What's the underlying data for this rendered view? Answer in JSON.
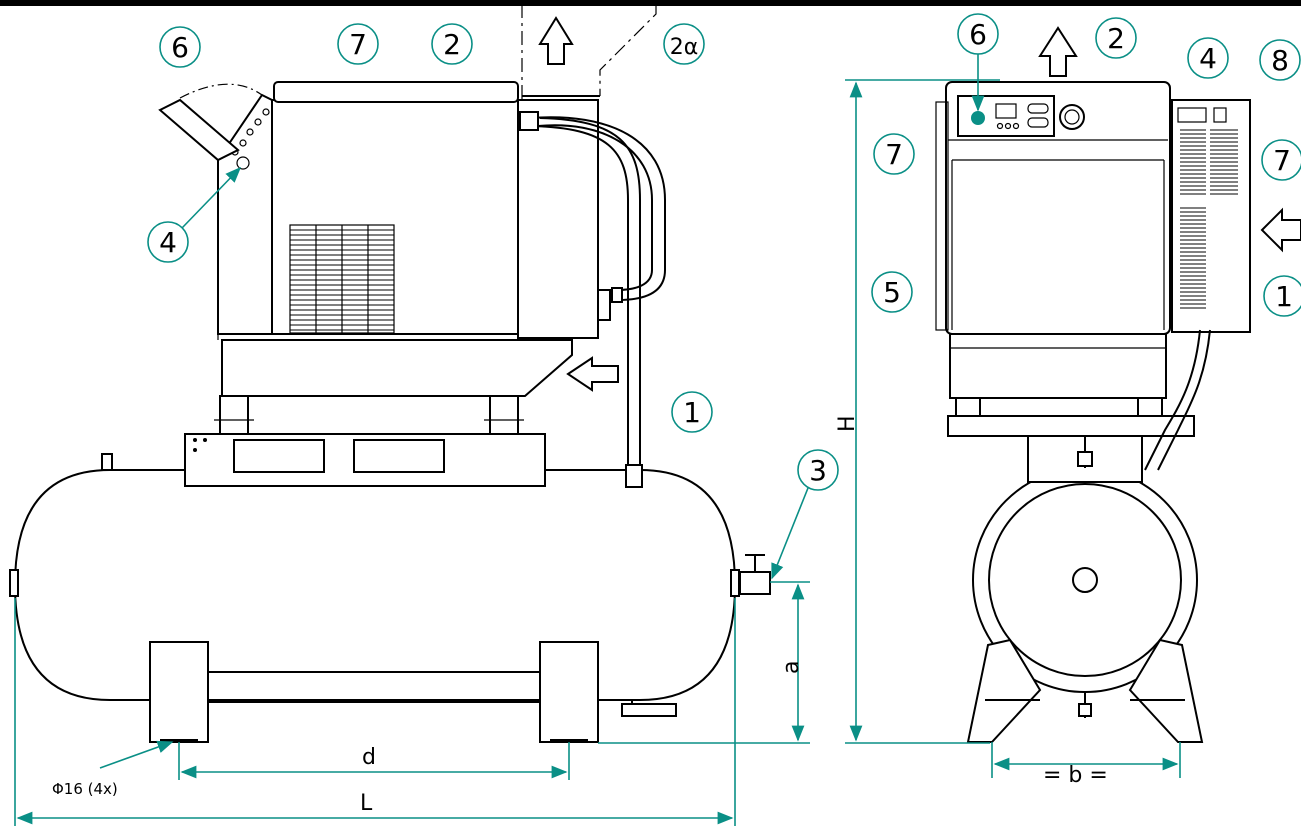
{
  "callouts": {
    "c1a": "1",
    "c1b": "1",
    "c2a": "2",
    "c2b": "2",
    "c2c": "2α",
    "c3": "3",
    "c4a": "4",
    "c4b": "4",
    "c5": "5",
    "c6a": "6",
    "c6b": "6",
    "c7a": "7",
    "c7b": "7",
    "c7c": "7",
    "c8": "8"
  },
  "dimensions": {
    "d": "d",
    "L": "L",
    "H": "H",
    "a": "a",
    "b": "= b =",
    "phi": "Φ16 (4x)"
  },
  "colors": {
    "line": "#000000",
    "accent": "#0a8f86",
    "background": "#ffffff"
  }
}
